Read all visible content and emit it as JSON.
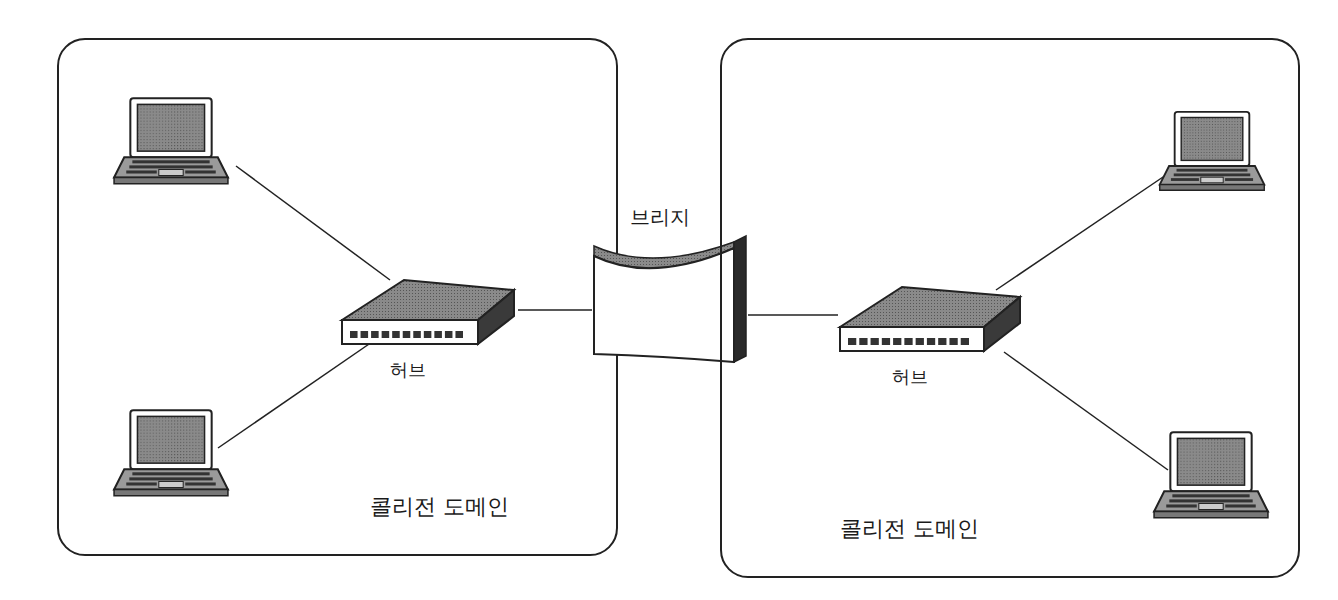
{
  "diagram": {
    "nodes": [
      {
        "text": [
          "콜리전 도메인"
        ]
      },
      {
        "text": [
          "허브"
        ],
        "in": 0
      },
      {
        "text": [
          "브리지"
        ]
      },
      {
        "text": [
          "콜리전 도메인"
        ]
      },
      {
        "text": [
          "허브"
        ],
        "in": 3
      }
    ],
    "edges": [
      {
        "from": 1,
        "to": 2,
        "arrow": "none"
      },
      {
        "from": 2,
        "to": 4,
        "arrow": "none"
      }
    ]
  }
}
